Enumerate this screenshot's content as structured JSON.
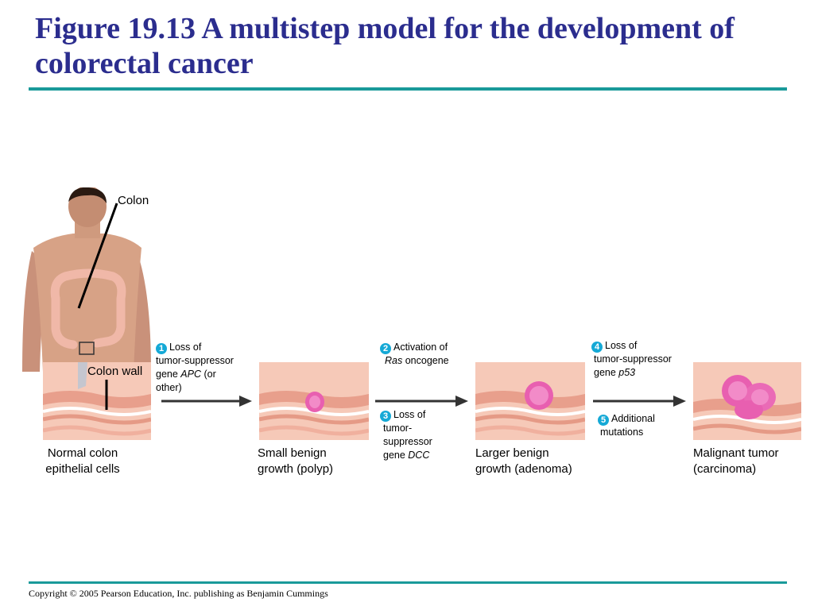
{
  "title": "Figure 19.13 A multistep model for the development of colorectal cancer",
  "labels": {
    "colon": "Colon",
    "colon_wall": "Colon wall"
  },
  "stages": [
    {
      "line1": "Normal colon",
      "line2": "epithelial cells"
    },
    {
      "line1": "Small benign",
      "line2": "growth (polyp)"
    },
    {
      "line1": "Larger benign",
      "line2": "growth (adenoma)"
    },
    {
      "line1": "Malignant tumor",
      "line2": "(carcinoma)"
    }
  ],
  "steps": {
    "s1": {
      "num": "1",
      "l1": "Loss of",
      "l2": "tumor-suppressor",
      "l3a": "gene ",
      "l3b": "APC",
      "l3c": " (or",
      "l4": "other)"
    },
    "s2": {
      "num": "2",
      "l1": "Activation of",
      "l2a": "Ras",
      "l2b": " oncogene"
    },
    "s3": {
      "num": "3",
      "l1": "Loss of",
      "l2": "tumor-",
      "l3": "suppressor",
      "l4a": "gene ",
      "l4b": "DCC"
    },
    "s4": {
      "num": "4",
      "l1": "Loss of",
      "l2": "tumor-suppressor",
      "l3a": "gene ",
      "l3b": "p53"
    },
    "s5": {
      "num": "5",
      "l1": "Additional",
      "l2": "mutations"
    }
  },
  "footer": "Copyright © 2005 Pearson Education, Inc. publishing as Benjamin Cummings",
  "colors": {
    "title": "#2b2d8e",
    "rule": "#1a9a9a",
    "step_circle": "#15a9d6",
    "tissue": "#f3b7a4",
    "tumor": "#e85fb0"
  }
}
